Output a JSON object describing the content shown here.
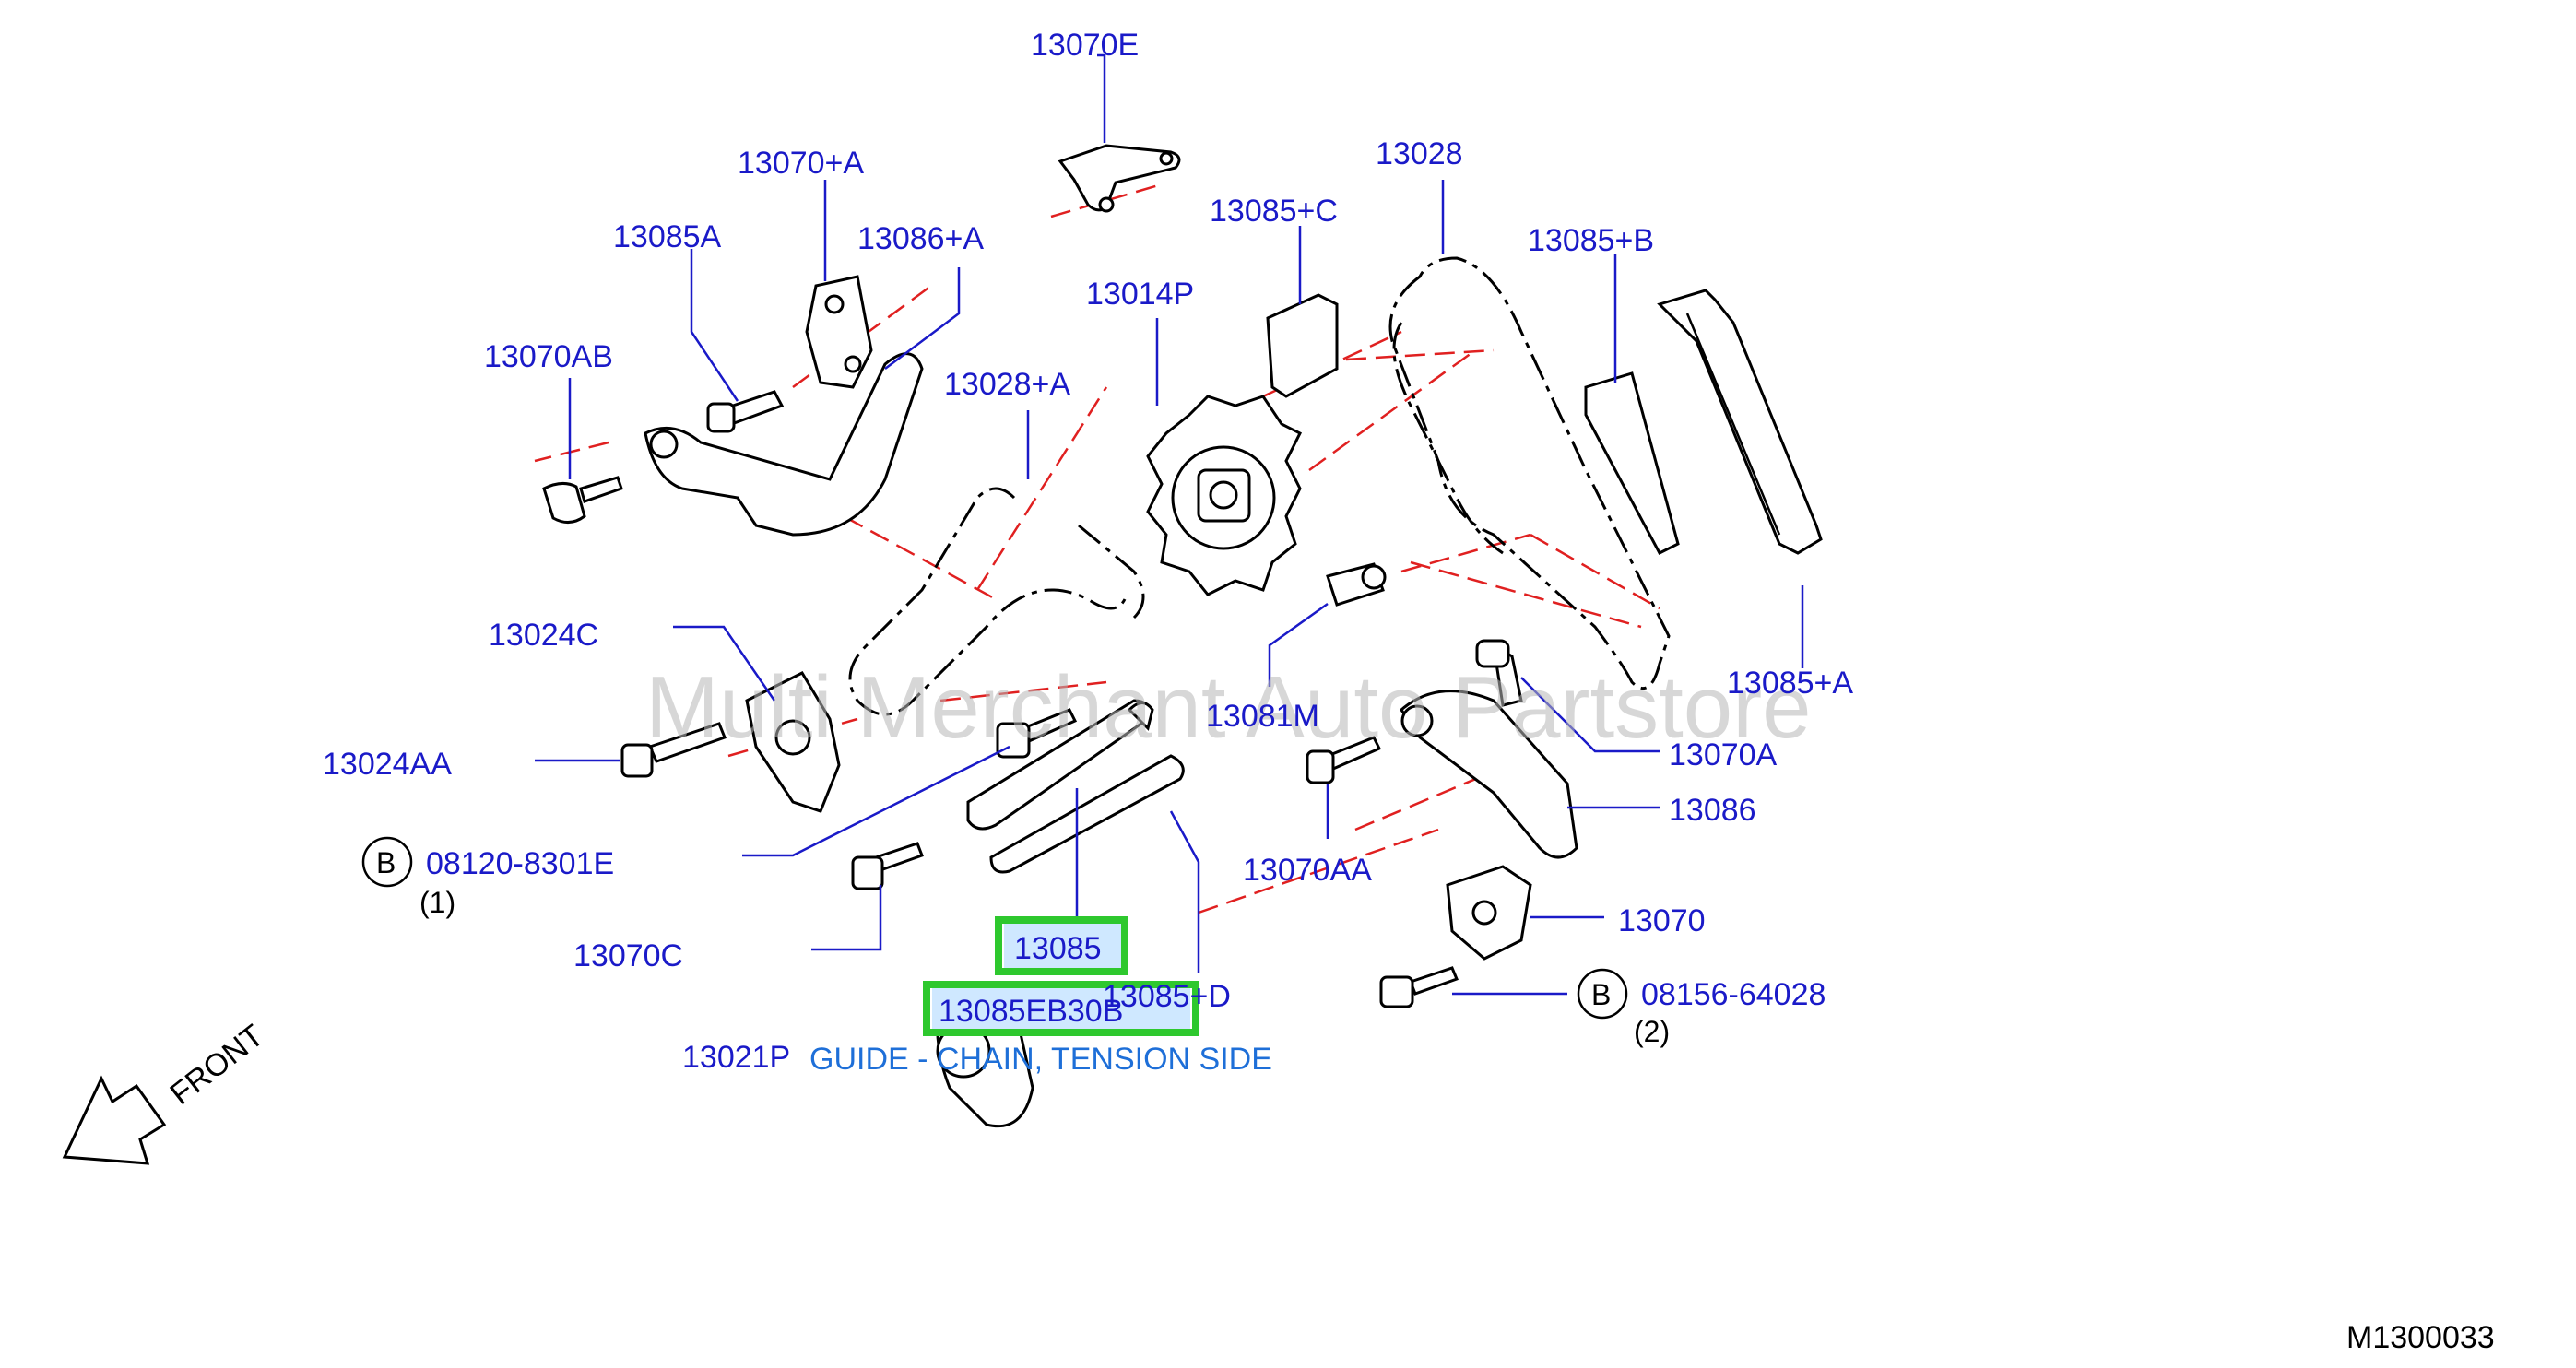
{
  "labels": {
    "p13070E": "13070E",
    "p13070A_plus": "13070+A",
    "p13085A": "13085A",
    "p13086A_plus": "13086+A",
    "p13070AB": "13070AB",
    "p13014P": "13014P",
    "p13085C_plus": "13085+C",
    "p13028": "13028",
    "p13085B_plus": "13085+B",
    "p13028A_plus": "13028+A",
    "p13024C": "13024C",
    "p13024AA": "13024AA",
    "p13081M": "13081M",
    "p13085A_plus": "13085+A",
    "p13070A": "13070A",
    "p13086": "13086",
    "p13070AA": "13070AA",
    "p13070": "13070",
    "p13070C": "13070C",
    "p13085": "13085",
    "p13085D_plus": "13085+D",
    "p13085EB30B": "13085EB30B",
    "p13021P": "13021P",
    "bolt1_code": "08120-8301E",
    "bolt1_note": "(1)",
    "bolt2_code": "08156-64028",
    "bolt2_note": "(2)",
    "b_marker": "B"
  },
  "caption": "GUIDE - CHAIN, TENSION SIDE",
  "front_label": "FRONT",
  "watermark": "Multi Merchant Auto Partstore",
  "diagram_id": "M1300033",
  "colors": {
    "label_text": "#1a1ac8",
    "caption_text": "#1e6fd8",
    "highlight_box": "#2ec82e",
    "centerline": "#e02020"
  }
}
